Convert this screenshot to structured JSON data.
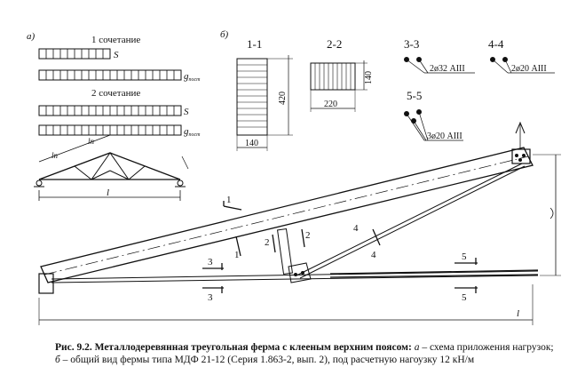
{
  "panel_a": {
    "label": "а)",
    "combo1": "1 сочетание",
    "combo2": "2 сочетание",
    "load_s": "S",
    "load_g": "g",
    "load_g_sub": "пост",
    "span_label": "l",
    "panel_label_ln": "lп"
  },
  "panel_b": {
    "label": "б)"
  },
  "sections": {
    "s11": {
      "title": "1-1",
      "width": "140",
      "height": "420"
    },
    "s22": {
      "title": "2-2",
      "width": "220",
      "height": "140"
    },
    "s33": {
      "title": "3-3",
      "rebar": "2ø32 АIII"
    },
    "s44": {
      "title": "4-4",
      "rebar": "2ø20 АIII"
    },
    "s55": {
      "title": "5-5",
      "rebar": "3ø20 АIII"
    }
  },
  "truss": {
    "cut1": "1",
    "cut2": "2",
    "cut3": "3",
    "cut4": "4",
    "cut5": "5",
    "span": "l"
  },
  "caption": {
    "lead": "Рис. 9.2. Металлодеревянная треугольная ферма с клееным верхним поясом: ",
    "a_letter": "а",
    "a_text": " – схема приложения нагрузок;",
    "b_letter": "б",
    "b_text": " – общий вид фермы типа МДФ 21-12 (Серия 1.863-2, вып. 2), под расчетную нагоузку 12 кН/м"
  }
}
